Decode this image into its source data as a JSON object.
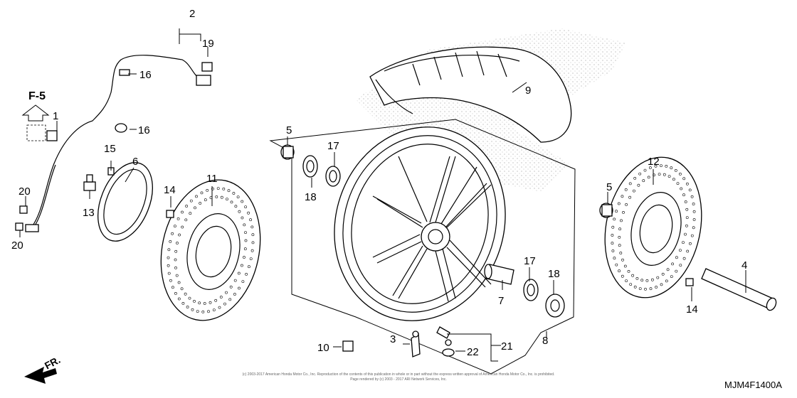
{
  "figure_ref": "F-5",
  "direction_label": "FR.",
  "diagram_code": "MJM4F1400A",
  "copyright_line1": "(c) 2003-2017 American Honda Motor Co., Inc. Reproduction of the contents of this publication in whole or in part without the express written approval of American Honda Motor Co., Inc. is prohibited.",
  "copyright_line2": "Page rendered by (c) 2003 - 2017 ARI Network Services, Inc.",
  "callouts": [
    "1",
    "2",
    "3",
    "4",
    "5",
    "5",
    "6",
    "7",
    "8",
    "9",
    "10",
    "11",
    "12",
    "13",
    "14",
    "14",
    "15",
    "16",
    "16",
    "17",
    "17",
    "18",
    "18",
    "19",
    "20",
    "20",
    "21",
    "22"
  ]
}
